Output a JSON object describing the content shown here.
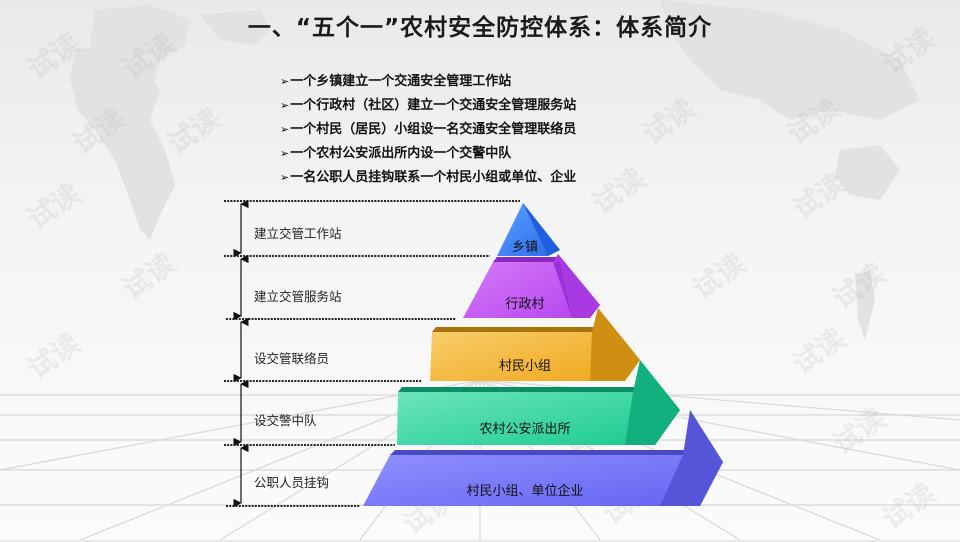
{
  "title": "一、“五个一”农村安全防控体系：体系简介",
  "bullets": [
    {
      "marker": "➢",
      "text": "一个乡镇建立一个交通安全管理工作站"
    },
    {
      "marker": "➢",
      "text": "一个行政村（社区）建立一个交通安全管理服务站"
    },
    {
      "marker": "➢",
      "text": "一个村民（居民）小组设一名交通安全管理联络员"
    },
    {
      "marker": "➢",
      "text": "一个农村公安派出所内设一个交警中队"
    },
    {
      "marker": "➢",
      "text": "一名公职人员挂钩联系一个村民小组或单位、企业"
    }
  ],
  "levels": [
    {
      "side_label": "建立交管工作站",
      "pyramid_label": "乡镇",
      "color": "#3d7ff0"
    },
    {
      "side_label": "建立交管服务站",
      "pyramid_label": "行政村",
      "color": "#c060f5"
    },
    {
      "side_label": "设交管联络员",
      "pyramid_label": "村民小组",
      "color": "#f3b63c"
    },
    {
      "side_label": "设交警中队",
      "pyramid_label": "农村公安派出所",
      "color": "#3fd9a6"
    },
    {
      "side_label": "公职人员挂钩",
      "pyramid_label": "村民小组、单位企业",
      "color": "#7a7af5"
    }
  ],
  "watermark": "试读"
}
